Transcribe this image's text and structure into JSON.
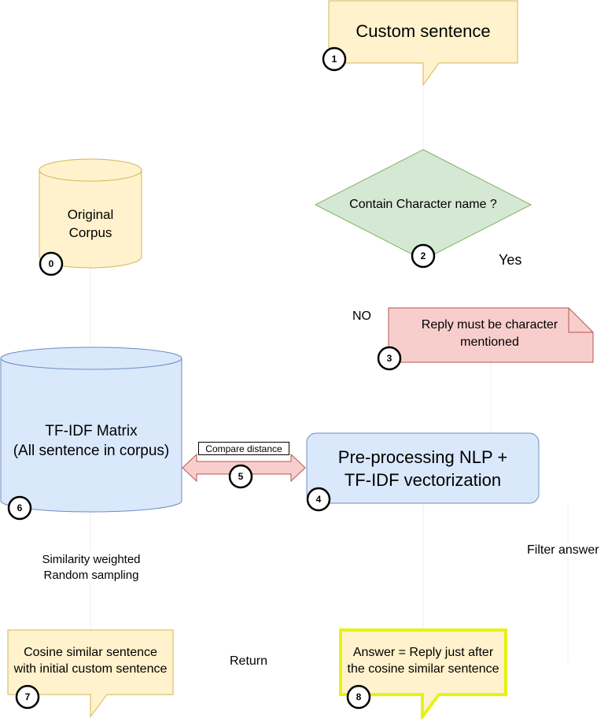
{
  "nodes": {
    "custom_sentence": {
      "text": "Custom sentence",
      "badge": "1"
    },
    "contain_check": {
      "text": "Contain Character name ?",
      "badge": "2"
    },
    "reply_mentioned": {
      "line1": "Reply must be character",
      "line2": "mentioned",
      "badge": "3"
    },
    "preprocessing": {
      "line1": "Pre-processing NLP +",
      "line2": "TF-IDF vectorization",
      "badge": "4"
    },
    "compare": {
      "text": "Compare distance",
      "badge": "5"
    },
    "tfidf_matrix": {
      "line1": "TF-IDF Matrix",
      "line2": "(All sentence in corpus)",
      "badge": "6"
    },
    "cosine_similar": {
      "line1": "Cosine similar sentence",
      "line2": "with initial custom sentence",
      "badge": "7"
    },
    "answer": {
      "line1": "Answer = Reply just after",
      "line2": "the cosine similar sentence",
      "badge": "8"
    },
    "original_corpus": {
      "line1": "Original",
      "line2": "Corpus",
      "badge": "0"
    }
  },
  "edge_labels": {
    "yes": "Yes",
    "no": "NO",
    "filter": "Filter answer",
    "sampling_line1": "Similarity weighted",
    "sampling_line2": "Random sampling",
    "return": "Return"
  },
  "colors": {
    "yellow_fill": "#fff2cc",
    "yellow_stroke": "#d6b656",
    "green_fill": "#d5e8d4",
    "green_stroke": "#82b366",
    "red_fill": "#f8cecc",
    "red_stroke": "#b85450",
    "blue_fill": "#dae8fc",
    "blue_stroke": "#6c8ebf",
    "highlight_stroke": "#e6f214",
    "connector": "#f0f0f0"
  }
}
